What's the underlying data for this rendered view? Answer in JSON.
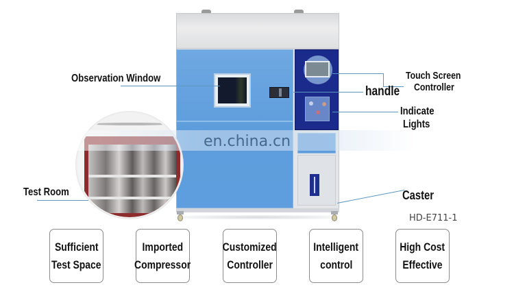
{
  "product": {
    "model_code": "HD-E711-1",
    "watermark": "en.china.cn",
    "colors": {
      "door_blue": "#5e9ddc",
      "panel_navy": "#1b2b8b",
      "top_gray": "#e6e7e9",
      "leader_line": "#5d97bd",
      "inset_frame_red": "#8c2c2c"
    }
  },
  "callouts": {
    "observation_window": "Observation Window",
    "touch_screen_line1": "Touch Screen",
    "touch_screen_line2": "Controller",
    "handle": "handle",
    "indicate_lights_line1": "Indicate",
    "indicate_lights_line2": "Lights",
    "test_room": "Test Room",
    "caster": "Caster"
  },
  "features": [
    {
      "line1": "Sufficient",
      "line2": "Test Space"
    },
    {
      "line1": "Imported",
      "line2": "Compressor"
    },
    {
      "line1": "Customized",
      "line2": "Controller"
    },
    {
      "line1": "Intelligent",
      "line2": "control"
    },
    {
      "line1": "High Cost",
      "line2": "Effective"
    }
  ]
}
